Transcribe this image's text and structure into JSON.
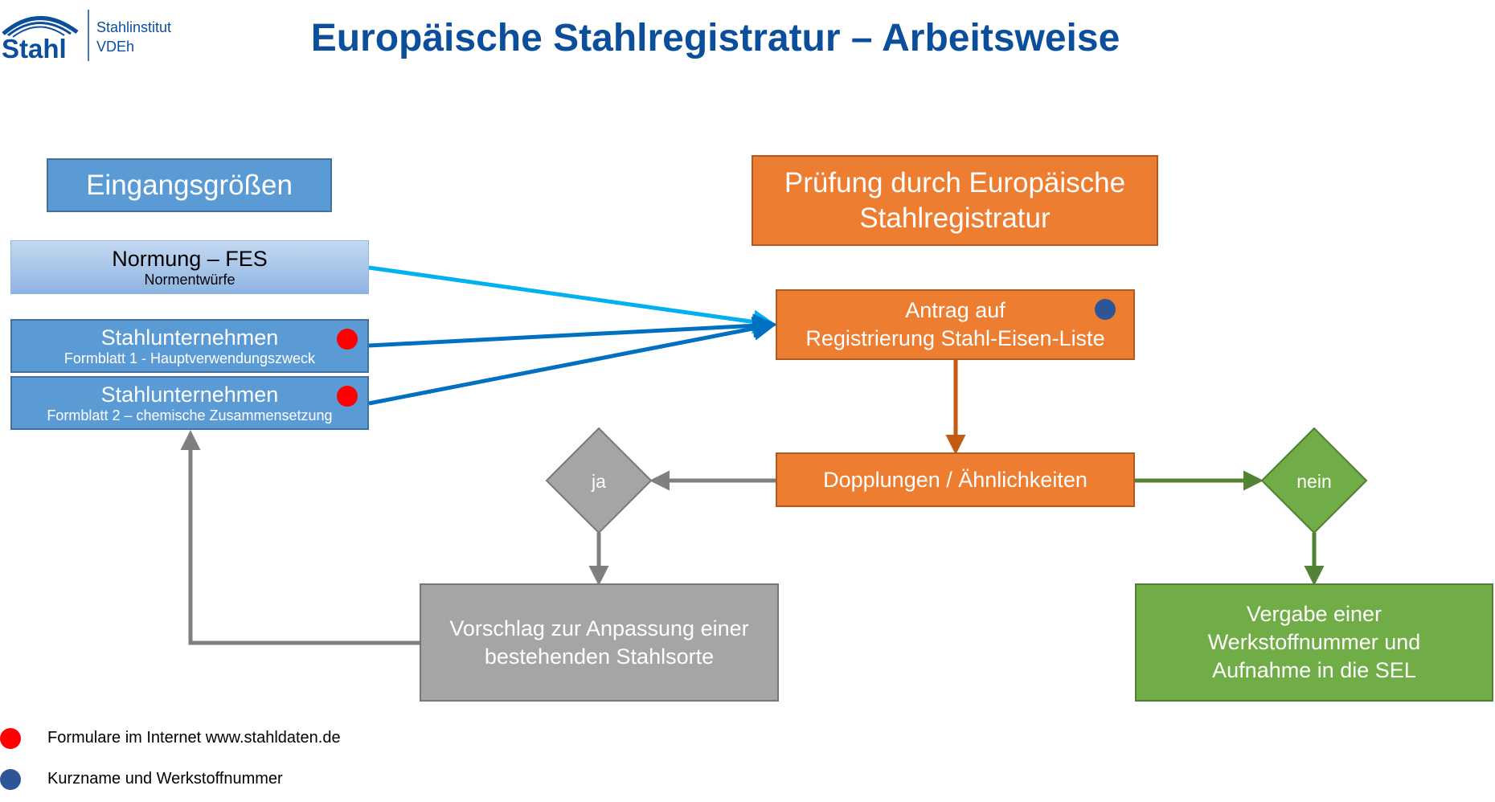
{
  "logo": {
    "brand": "Stahl",
    "line1": "Stahlinstitut",
    "line2": "VDEh"
  },
  "title": "Europäische Stahlregistratur – Arbeitsweise",
  "inputs_header": "Eingangsgrößen",
  "normung": {
    "title": "Normung – FES",
    "subtitle": "Normentwürfe"
  },
  "company1": {
    "title": "Stahlunternehmen",
    "subtitle": "Formblatt 1 - Hauptverwendungszweck"
  },
  "company2": {
    "title": "Stahlunternehmen",
    "subtitle": "Formblatt 2 – chemische Zusammensetzung"
  },
  "review_header": "Prüfung durch Europäische Stahlregistratur",
  "application": {
    "line1": "Antrag auf",
    "line2": "Registrierung Stahl-Eisen-Liste"
  },
  "duplicates": "Dopplungen / Ähnlichkeiten",
  "yes": "ja",
  "no": "nein",
  "proposal": "Vorschlag zur Anpassung einer bestehenden Stahlsorte",
  "assignment": "Vergabe einer Werkstoffnummer und Aufnahme in die SEL",
  "legend": [
    {
      "color": "#ff0000",
      "text": "Formulare im Internet www.stahldaten.de"
    },
    {
      "color": "#2f5597",
      "text": "Kurzname und Werkstoffnummer"
    }
  ],
  "colors": {
    "title": "#0b4f9c",
    "blue": "#5b9bd5",
    "orange": "#ed7d31",
    "grey": "#a5a5a5",
    "green": "#70ad47",
    "red_dot": "#ff0000",
    "blue_dot": "#2f5597"
  }
}
